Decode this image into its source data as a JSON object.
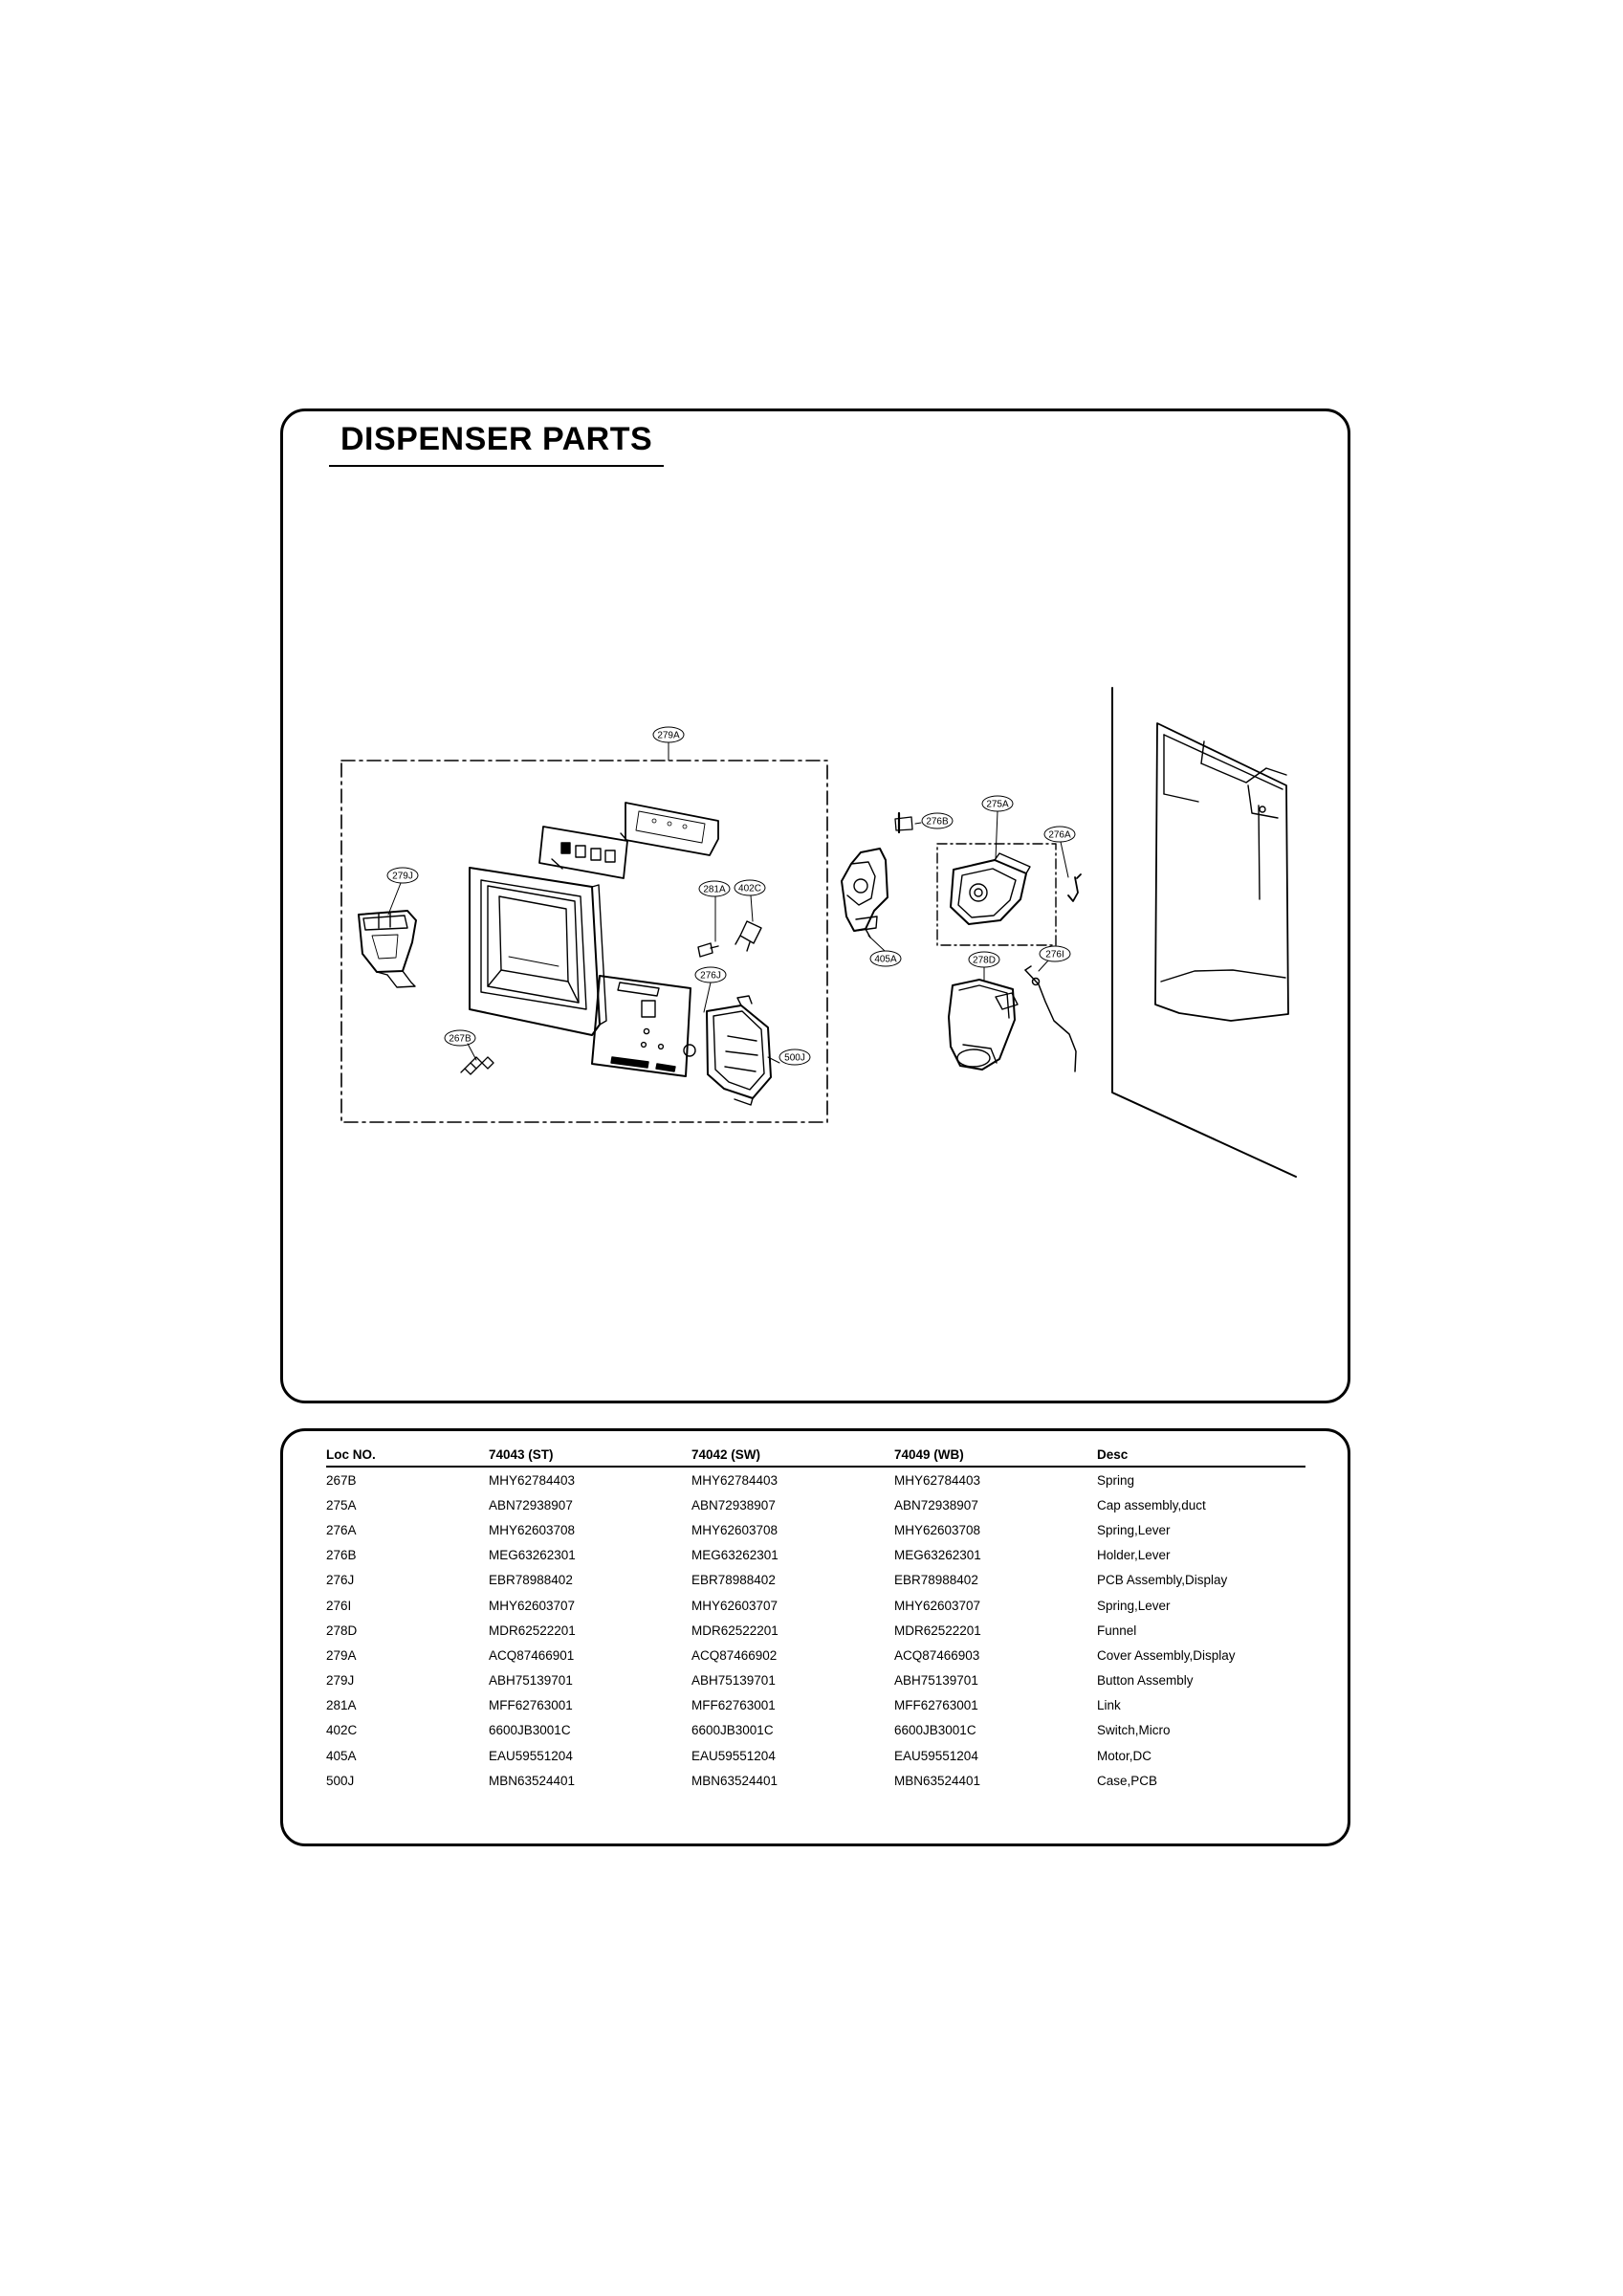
{
  "title": "DISPENSER PARTS",
  "callouts": {
    "c279A": "279A",
    "c276B": "276B",
    "c275A": "275A",
    "c276A": "276A",
    "c279J": "279J",
    "c402C": "402C",
    "c281A": "281A",
    "c405A": "405A",
    "c278D": "278D",
    "c276I": "276I",
    "c276J": "276J",
    "c267B": "267B",
    "c500J": "500J"
  },
  "table": {
    "headers": [
      "Loc NO.",
      "74043 (ST)",
      "74042 (SW)",
      "74049 (WB)",
      "Desc"
    ],
    "rows": [
      [
        "267B",
        "MHY62784403",
        "MHY62784403",
        "MHY62784403",
        "Spring"
      ],
      [
        "275A",
        "ABN72938907",
        "ABN72938907",
        "ABN72938907",
        "Cap assembly,duct"
      ],
      [
        "276A",
        "MHY62603708",
        "MHY62603708",
        "MHY62603708",
        "Spring,Lever"
      ],
      [
        "276B",
        "MEG63262301",
        "MEG63262301",
        "MEG63262301",
        "Holder,Lever"
      ],
      [
        "276J",
        "EBR78988402",
        "EBR78988402",
        "EBR78988402",
        "PCB Assembly,Display"
      ],
      [
        "276I",
        "MHY62603707",
        "MHY62603707",
        "MHY62603707",
        "Spring,Lever"
      ],
      [
        "278D",
        "MDR62522201",
        "MDR62522201",
        "MDR62522201",
        "Funnel"
      ],
      [
        "279A",
        "ACQ87466901",
        "ACQ87466902",
        "ACQ87466903",
        "Cover Assembly,Display"
      ],
      [
        "279J",
        "ABH75139701",
        "ABH75139701",
        "ABH75139701",
        "Button Assembly"
      ],
      [
        "281A",
        "MFF62763001",
        "MFF62763001",
        "MFF62763001",
        "Link"
      ],
      [
        "402C",
        "6600JB3001C",
        "6600JB3001C",
        "6600JB3001C",
        "Switch,Micro"
      ],
      [
        "405A",
        "EAU59551204",
        "EAU59551204",
        "EAU59551204",
        "Motor,DC"
      ],
      [
        "500J",
        "MBN63524401",
        "MBN63524401",
        "MBN63524401",
        "Case,PCB"
      ]
    ]
  }
}
